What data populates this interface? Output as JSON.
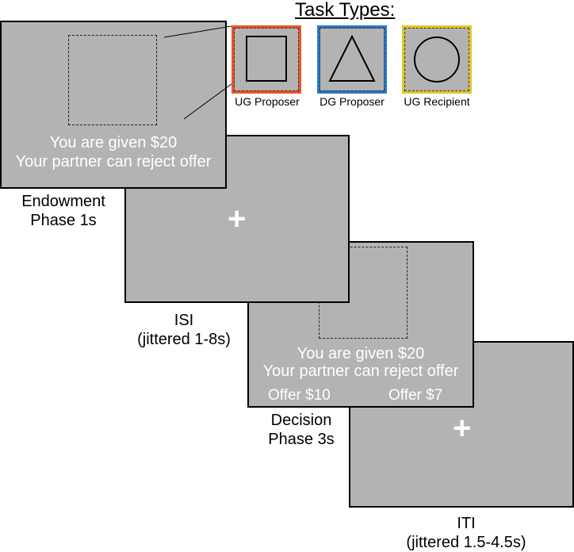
{
  "task_types": {
    "title": "Task Types:",
    "items": [
      {
        "label": "UG Proposer",
        "shape": "square-icon",
        "color": "#e8562a"
      },
      {
        "label": "DG Proposer",
        "shape": "triangle-icon",
        "color": "#2a78c0"
      },
      {
        "label": "UG Recipient",
        "shape": "circle-icon",
        "color": "#e3c526"
      }
    ]
  },
  "endowment": {
    "line1": "You are given $20",
    "line2": "Your partner can reject offer",
    "label_line1": "Endowment",
    "label_line2": "Phase 1s"
  },
  "isi": {
    "symbol": "+",
    "label_line1": "ISI",
    "label_line2": "(jittered 1-8s)"
  },
  "decision": {
    "line1": "You are given $20",
    "line2": "Your partner can reject offer",
    "offer_left": "Offer $10",
    "offer_right": "Offer $7",
    "label_line1": "Decision",
    "label_line2": "Phase 3s"
  },
  "iti": {
    "symbol": "+",
    "label_line1": "ITI",
    "label_line2": "(jittered 1.5-4.5s)"
  }
}
